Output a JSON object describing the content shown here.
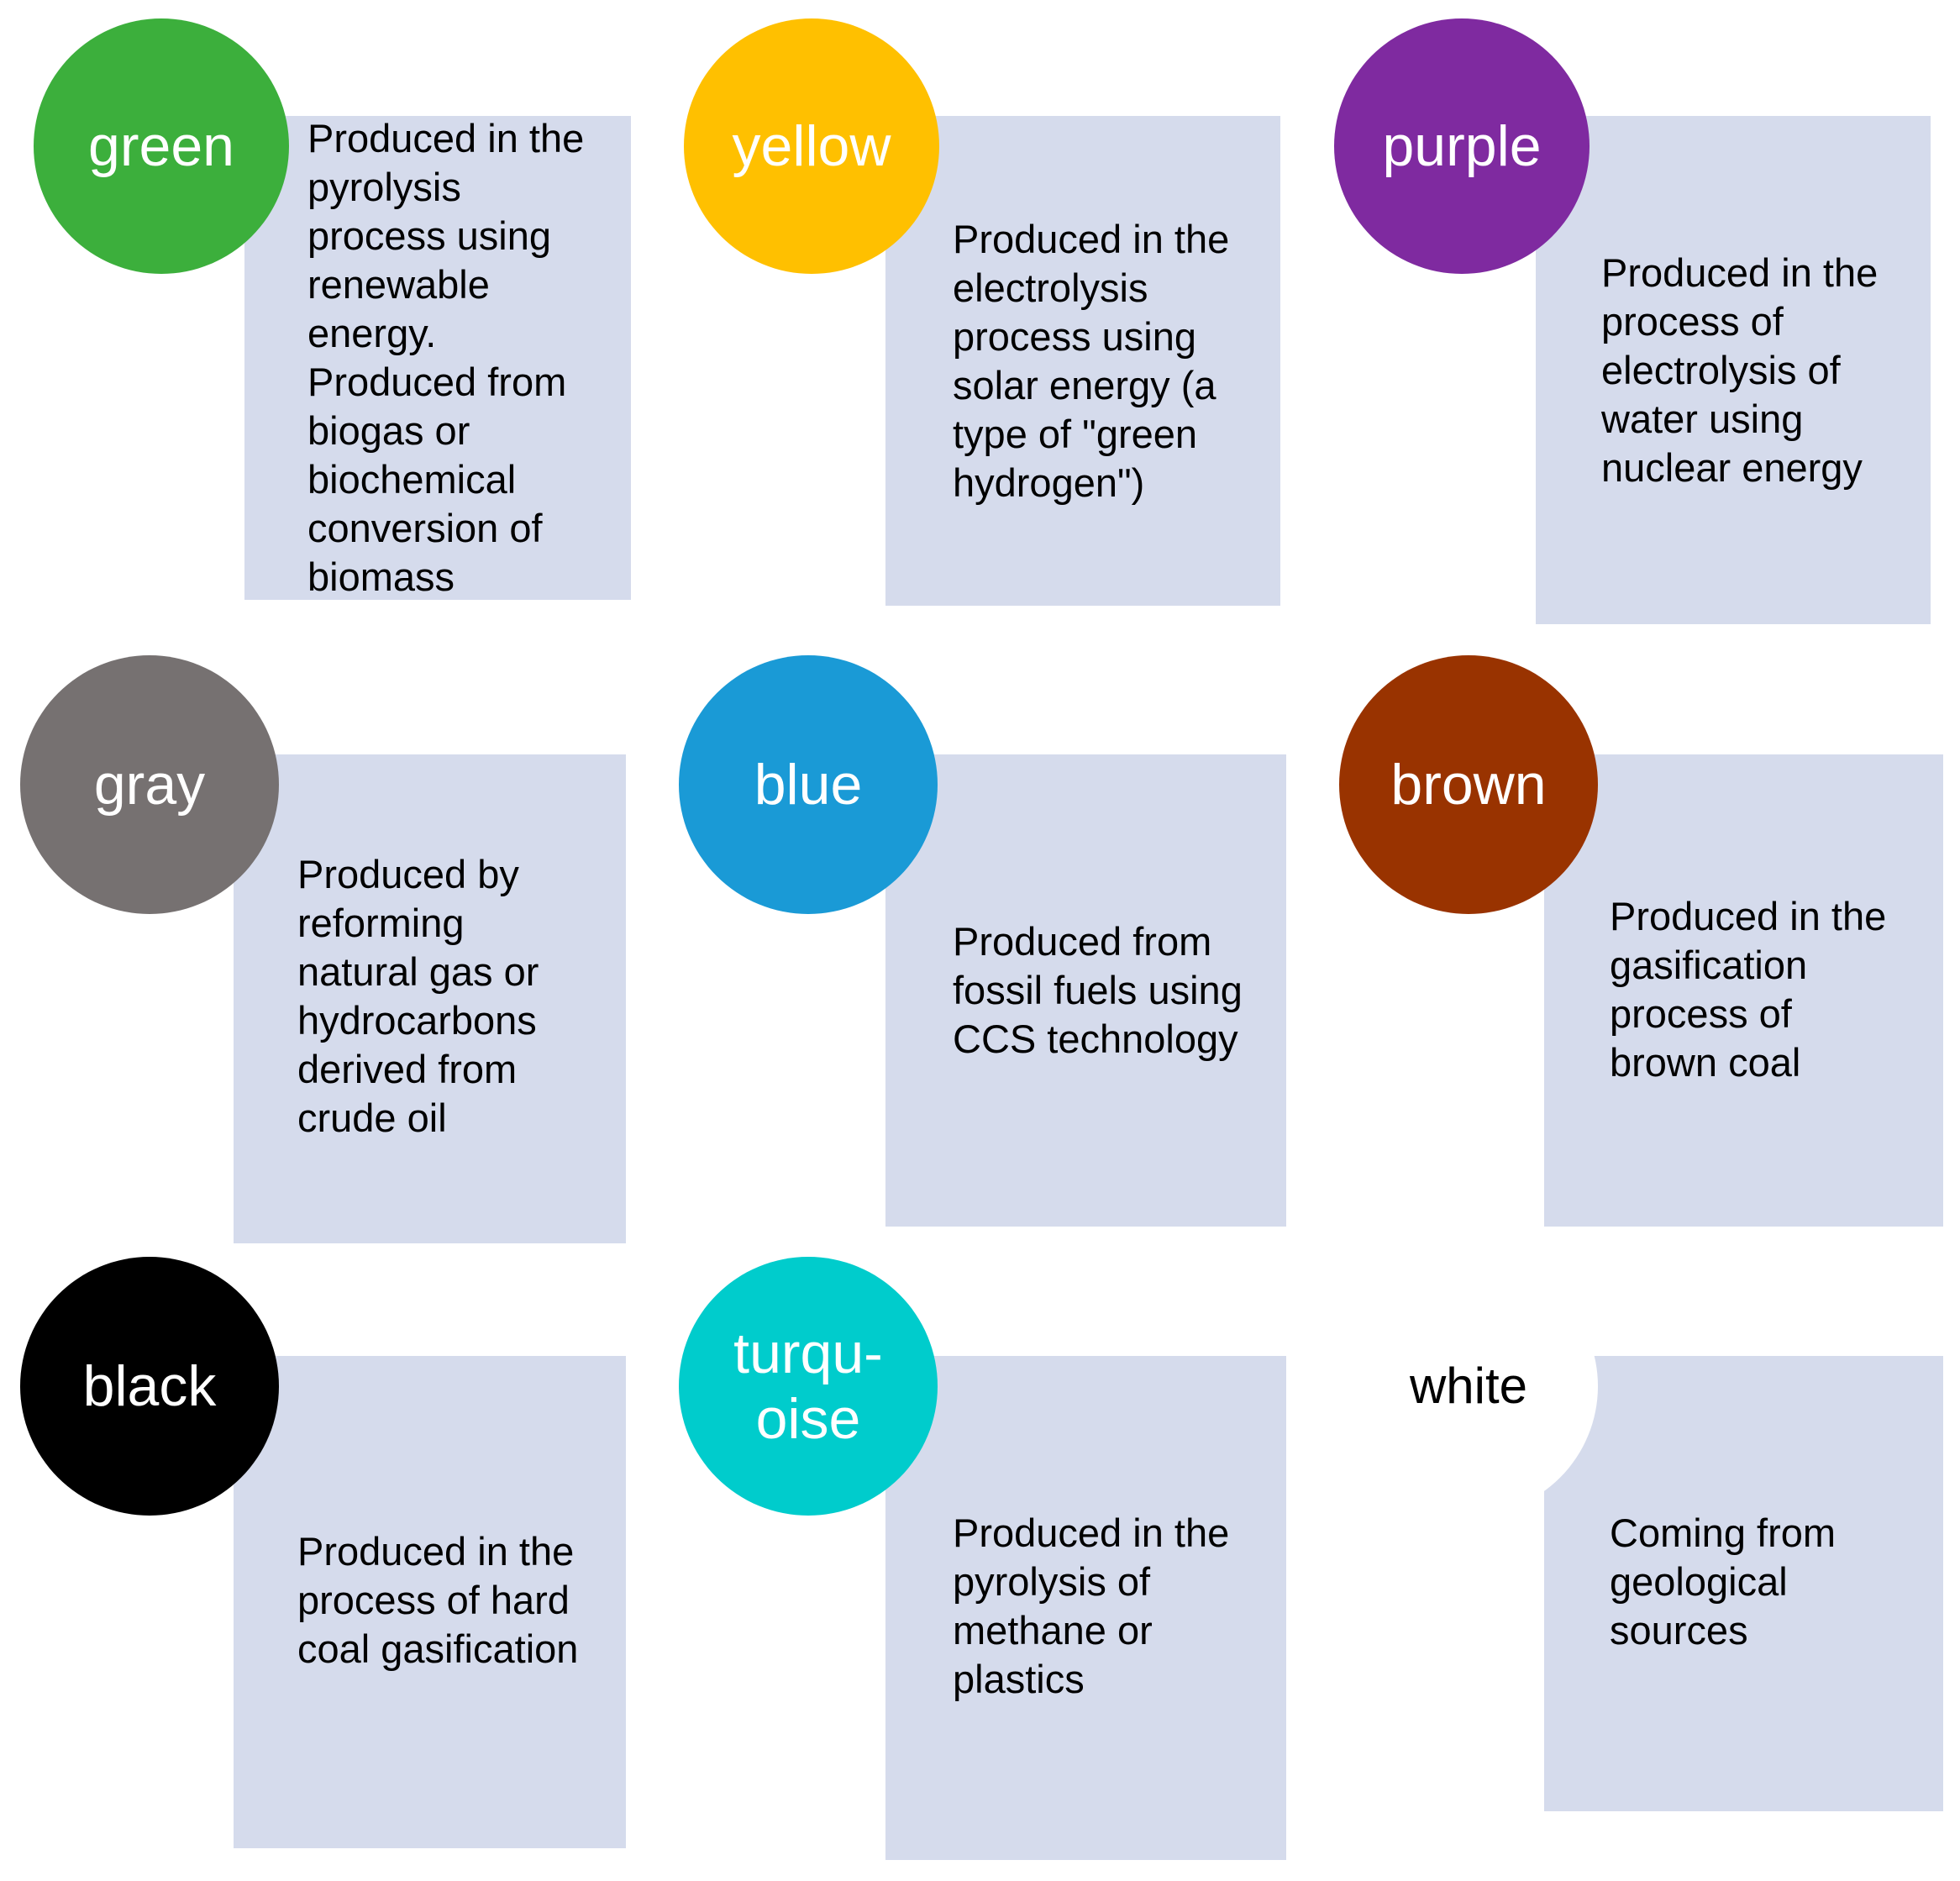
{
  "items": [
    {
      "key": "green",
      "label": "green",
      "color": "#3caf3c",
      "text_color": "#ffffff",
      "description": "Produced in the\npyrolysis\nprocess using\nrenewable\nenergy.\nProduced from\nbiogas or\nbiochemical\nconversion of\nbiomass"
    },
    {
      "key": "yellow",
      "label": "yellow",
      "color": "#ffc000",
      "text_color": "#ffffff",
      "description": "Produced in the\nelectrolysis\nprocess using\nsolar energy (a\ntype of \"green\nhydrogen\")"
    },
    {
      "key": "purple",
      "label": "purple",
      "color": "#7f2aa0",
      "text_color": "#ffffff",
      "description": "Produced in the\nprocess of\nelectrolysis of\nwater using\nnuclear energy"
    },
    {
      "key": "gray",
      "label": "gray",
      "color": "#767171",
      "text_color": "#ffffff",
      "description": "Produced by\nreforming\nnatural gas or\nhydrocarbons\nderived from\ncrude oil"
    },
    {
      "key": "blue",
      "label": "blue",
      "color": "#1a9ad6",
      "text_color": "#ffffff",
      "description": "Produced from\nfossil fuels using\nCCS technology"
    },
    {
      "key": "brown",
      "label": "brown",
      "color": "#993300",
      "text_color": "#ffffff",
      "description": "Produced in the\ngasification\nprocess of\nbrown coal"
    },
    {
      "key": "black",
      "label": "black",
      "color": "#000000",
      "text_color": "#ffffff",
      "description": "Produced in the\nprocess of hard\ncoal gasification"
    },
    {
      "key": "turquoise",
      "label": "turqu-\noise",
      "color": "#00cccc",
      "text_color": "#ffffff",
      "description": "Produced in the\npyrolysis of\nmethane or\nplastics"
    },
    {
      "key": "white",
      "label": "white",
      "color": "#ffffff",
      "text_color": "#000000",
      "description": "Coming from\ngeological\nsources"
    }
  ]
}
